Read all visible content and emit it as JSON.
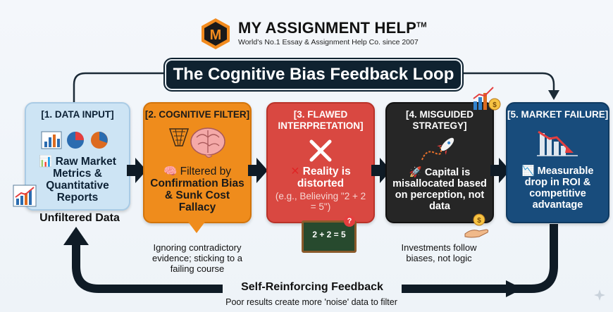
{
  "brand": {
    "logo_letter": "M",
    "name": "MY ASSIGNMENT HELP",
    "trademark": "TM",
    "tagline": "World's No.1 Essay & Assignment Help Co. since 2007"
  },
  "title": "The Cognitive Bias Feedback Loop",
  "steps": [
    {
      "head": "[1. DATA INPUT]",
      "body_icon": "bar-chart-icon",
      "body": "Raw Market Metrics & Quantitative Reports",
      "caption": "Unfiltered Data"
    },
    {
      "head": "[2. COGNITIVE FILTER]",
      "body_icon": "brain-icon",
      "body_lead": "Filtered by",
      "body": "Confirmation Bias & Sunk Cost Fallacy",
      "caption": "Ignoring contradictory evidence; sticking to a failing course"
    },
    {
      "head_line1": "[3. FLAWED",
      "head_line2": "INTERPRETATION]",
      "body_icon": "x-icon",
      "body": "Reality is distorted",
      "sub": "(e.g., Believing \"2 + 2 = 5\")",
      "board_text": "2 + 2 = 5",
      "board_badge": "?"
    },
    {
      "head_line1": "[4. MISGUIDED",
      "head_line2": "STRATEGY]",
      "body_icon": "rocket-icon",
      "body": "Capital is misallocated based on perception, not data",
      "caption": "Investments follow biases, not logic"
    },
    {
      "head": "[5. MARKET FAILURE]",
      "body_icon": "decline-chart-icon",
      "body": "Measurable drop in ROI & competitive advantage"
    }
  ],
  "feedback": {
    "title": "Self-Reinforcing Feedback",
    "subtitle": "Poor results create more 'noise' data to filter"
  },
  "colors": {
    "step1": "#cde4f4",
    "step2": "#ef8c1c",
    "step3": "#d94841",
    "step4": "#262626",
    "step5": "#184c7c",
    "arrow": "#0f1b26",
    "title_bg": "#0f2230"
  }
}
